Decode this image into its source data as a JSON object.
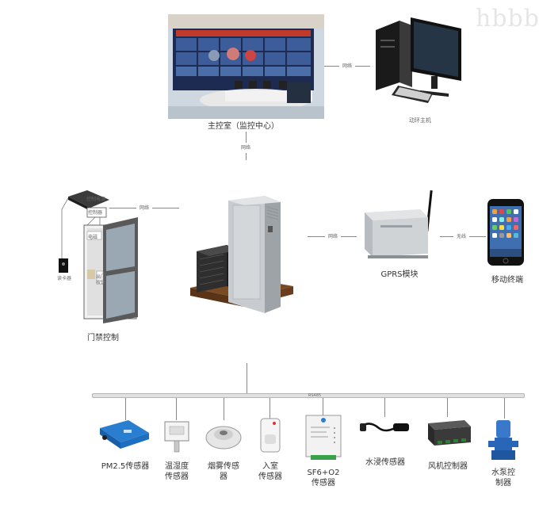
{
  "watermark": "hbbb",
  "nodes": {
    "control_room": "主控室（监控中心）",
    "host": "动环主机",
    "access_control": "门禁控制",
    "gprs": "GPRS模块",
    "mobile": "移动终端"
  },
  "links": {
    "room_host": "网络",
    "room_down": "网络",
    "door_unit": "网络",
    "unit_gprs": "网络",
    "gprs_mobile": "无线"
  },
  "door_parts": {
    "power": "控制电源",
    "controller": "控制器",
    "card_reader": "读卡器",
    "magnet": "电磁",
    "door_button": "出门按钮"
  },
  "bus_label": "RS485",
  "sensors": [
    {
      "line1": "PM2.5传感器",
      "line2": ""
    },
    {
      "line1": "温湿度",
      "line2": "传感器"
    },
    {
      "line1": "烟雾传感",
      "line2": "器"
    },
    {
      "line1": "入室",
      "line2": "传感器"
    },
    {
      "line1": "SF6+O2",
      "line2": "传感器"
    },
    {
      "line1": "水浸传感器",
      "line2": ""
    },
    {
      "line1": "风机控制器",
      "line2": ""
    },
    {
      "line1": "水泵控",
      "line2": "制器"
    }
  ],
  "colors": {
    "line": "#888888",
    "bus": "#c8c8c8",
    "pm_sensor": "#1f6fc0",
    "pump": "#2a66b8"
  }
}
